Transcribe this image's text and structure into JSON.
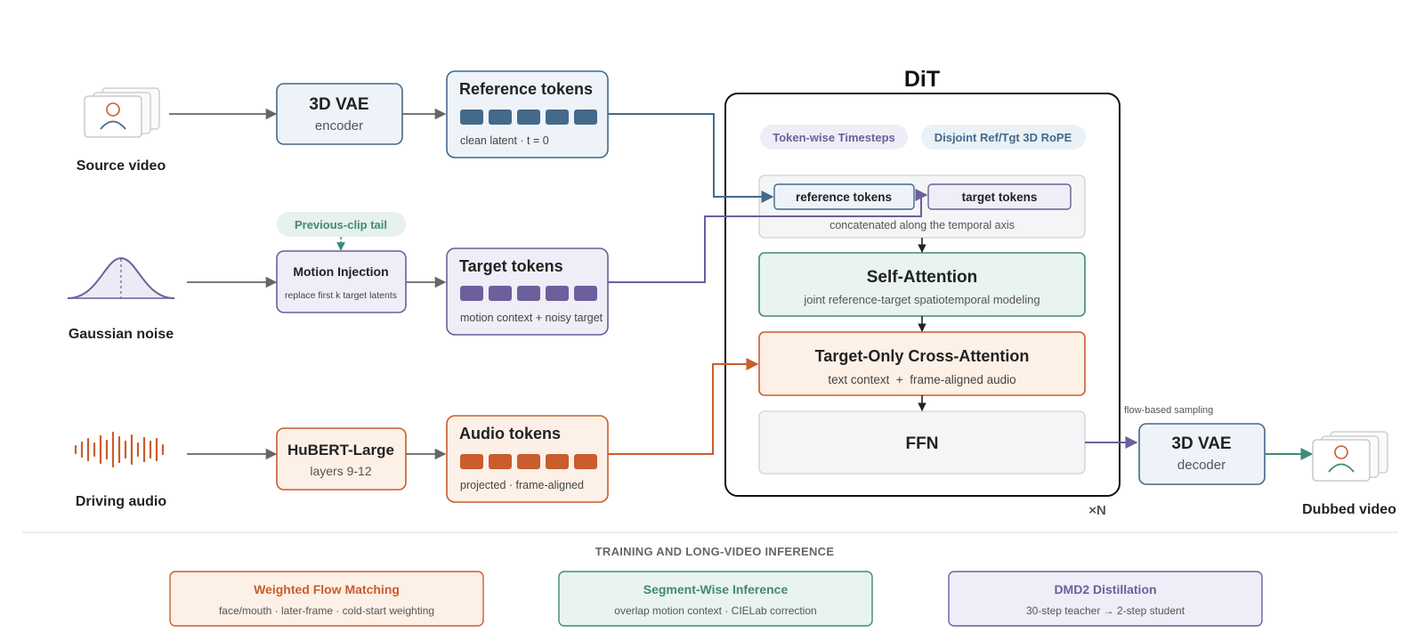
{
  "inputs": {
    "source_video": "Source video",
    "gaussian_noise": "Gaussian noise",
    "driving_audio": "Driving audio"
  },
  "vae_encoder": {
    "title": "3D VAE",
    "subtitle": "encoder"
  },
  "motion_injection": {
    "title": "Motion Injection",
    "subtitle": "replace first k target latents",
    "tag": "Previous-clip tail"
  },
  "hubert": {
    "title": "HuBERT-Large",
    "subtitle": "layers 9-12"
  },
  "reference_tokens": {
    "title": "Reference tokens",
    "caption": "clean latent · t = 0"
  },
  "target_tokens": {
    "title": "Target tokens",
    "caption": "motion context + noisy target"
  },
  "audio_tokens": {
    "title": "Audio tokens",
    "caption": "projected · frame-aligned"
  },
  "dit": {
    "title": "DiT",
    "repeat": "×N",
    "pill_timesteps": "Token-wise Timesteps",
    "pill_rope": "Disjoint Ref/Tgt 3D RoPE",
    "concat_ref": "reference tokens",
    "concat_tgt": "target tokens",
    "concat_caption": "concatenated along the temporal axis",
    "self_attention_title": "Self-Attention",
    "self_attention_caption": "joint reference-target spatiotemporal modeling",
    "cross_attention_title": "Target-Only Cross-Attention",
    "cross_attention_caption": "text context  +  frame-aligned audio",
    "ffn": "FFN"
  },
  "flow_label": "flow-based sampling",
  "vae_decoder": {
    "title": "3D VAE",
    "subtitle": "decoder"
  },
  "output": {
    "dubbed_video": "Dubbed video"
  },
  "footer": {
    "heading": "TRAINING AND LONG-VIDEO INFERENCE",
    "cards": [
      {
        "title": "Weighted Flow Matching",
        "caption": "face/mouth · later-frame · cold-start weighting"
      },
      {
        "title": "Segment-Wise Inference",
        "caption": "overlap motion context · CIELab correction"
      },
      {
        "title": "DMD2 Distillation",
        "caption": "30-step teacher → 2-step student"
      }
    ]
  },
  "colors": {
    "blue": "#44698a",
    "purple": "#6c5f9b",
    "orange": "#c95d2e",
    "teal": "#3f8a7a",
    "gray_arrow": "#666666"
  }
}
